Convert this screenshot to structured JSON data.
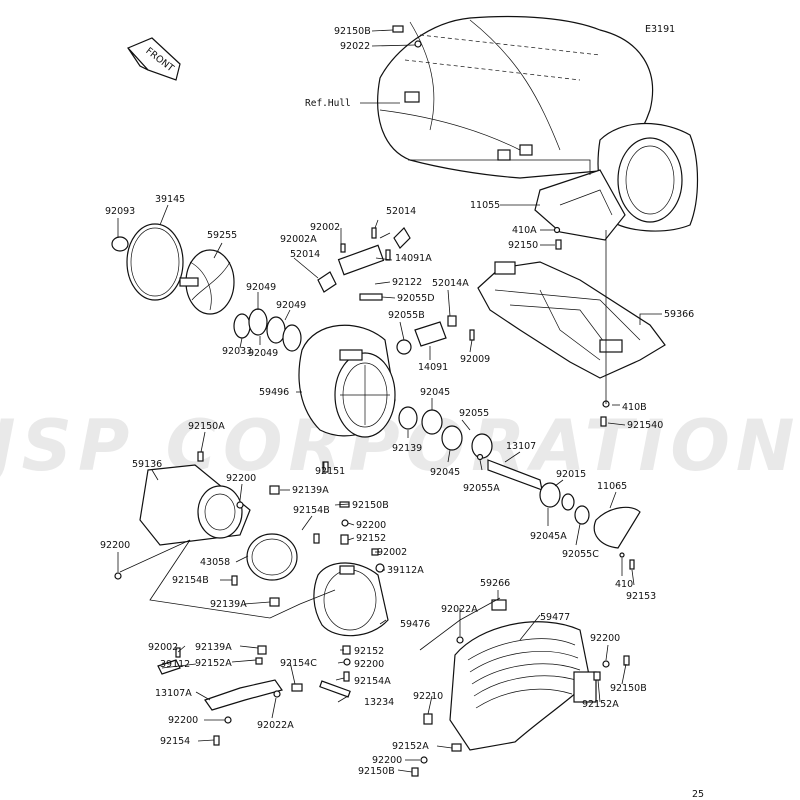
{
  "diagram": {
    "code": "E3191",
    "page_number": "25",
    "front_label": "FRONT",
    "ref_hull": "Ref.Hull",
    "watermark": "JSP CORPORATION"
  },
  "labels": {
    "92150B_top": "92150B",
    "92022_top": "92022",
    "11055": "11055",
    "410A": "410A",
    "92150": "92150",
    "59366": "59366",
    "410B": "410B",
    "921540": "921540",
    "92093": "92093",
    "39145": "39145",
    "59255": "59255",
    "92049_a": "92049",
    "92049_b": "92049",
    "92049_c": "92049",
    "92033": "92033",
    "92002A_top": "92002A",
    "92002_top": "92002",
    "52014_top": "52014",
    "52014_left": "52014",
    "14091A": "14091A",
    "92122": "92122",
    "92055D": "92055D",
    "52014A": "52014A",
    "92055B": "92055B",
    "14091": "14091",
    "92009": "92009",
    "59496": "59496",
    "92045_a": "92045",
    "92055": "92055",
    "92139": "92139",
    "92045_b": "92045",
    "92055A": "92055A",
    "13107": "13107",
    "92015": "92015",
    "11065": "11065",
    "92045A": "92045A",
    "92055C": "92055C",
    "410": "410",
    "92153": "92153",
    "92151": "92151",
    "92150A": "92150A",
    "59136": "59136",
    "92200_a": "92200",
    "92139A_a": "92139A",
    "92150B_mid": "92150B",
    "92154B_a": "92154B",
    "92200_b": "92200",
    "92152_a": "92152",
    "92002_mid": "92002",
    "39112A": "39112A",
    "43058": "43058",
    "92200_left": "92200",
    "92154B_b": "92154B",
    "92139A_b": "92139A",
    "59476": "59476",
    "59266": "59266",
    "92022A_a": "92022A",
    "59477": "59477",
    "92200_c": "92200",
    "92002_low": "92002",
    "92139A_c": "92139A",
    "39112": "39112",
    "92152A_a": "92152A",
    "92154C": "92154C",
    "92152_b": "92152",
    "92200_d": "92200",
    "92154A": "92154A",
    "13107A": "13107A",
    "13234": "13234",
    "92200_e": "92200",
    "92022A_b": "92022A",
    "92154": "92154",
    "92210": "92210",
    "92150B_right": "92150B",
    "92152A_b": "92152A",
    "92152A_c": "92152A",
    "92200_f": "92200",
    "92150B_bot": "92150B"
  }
}
